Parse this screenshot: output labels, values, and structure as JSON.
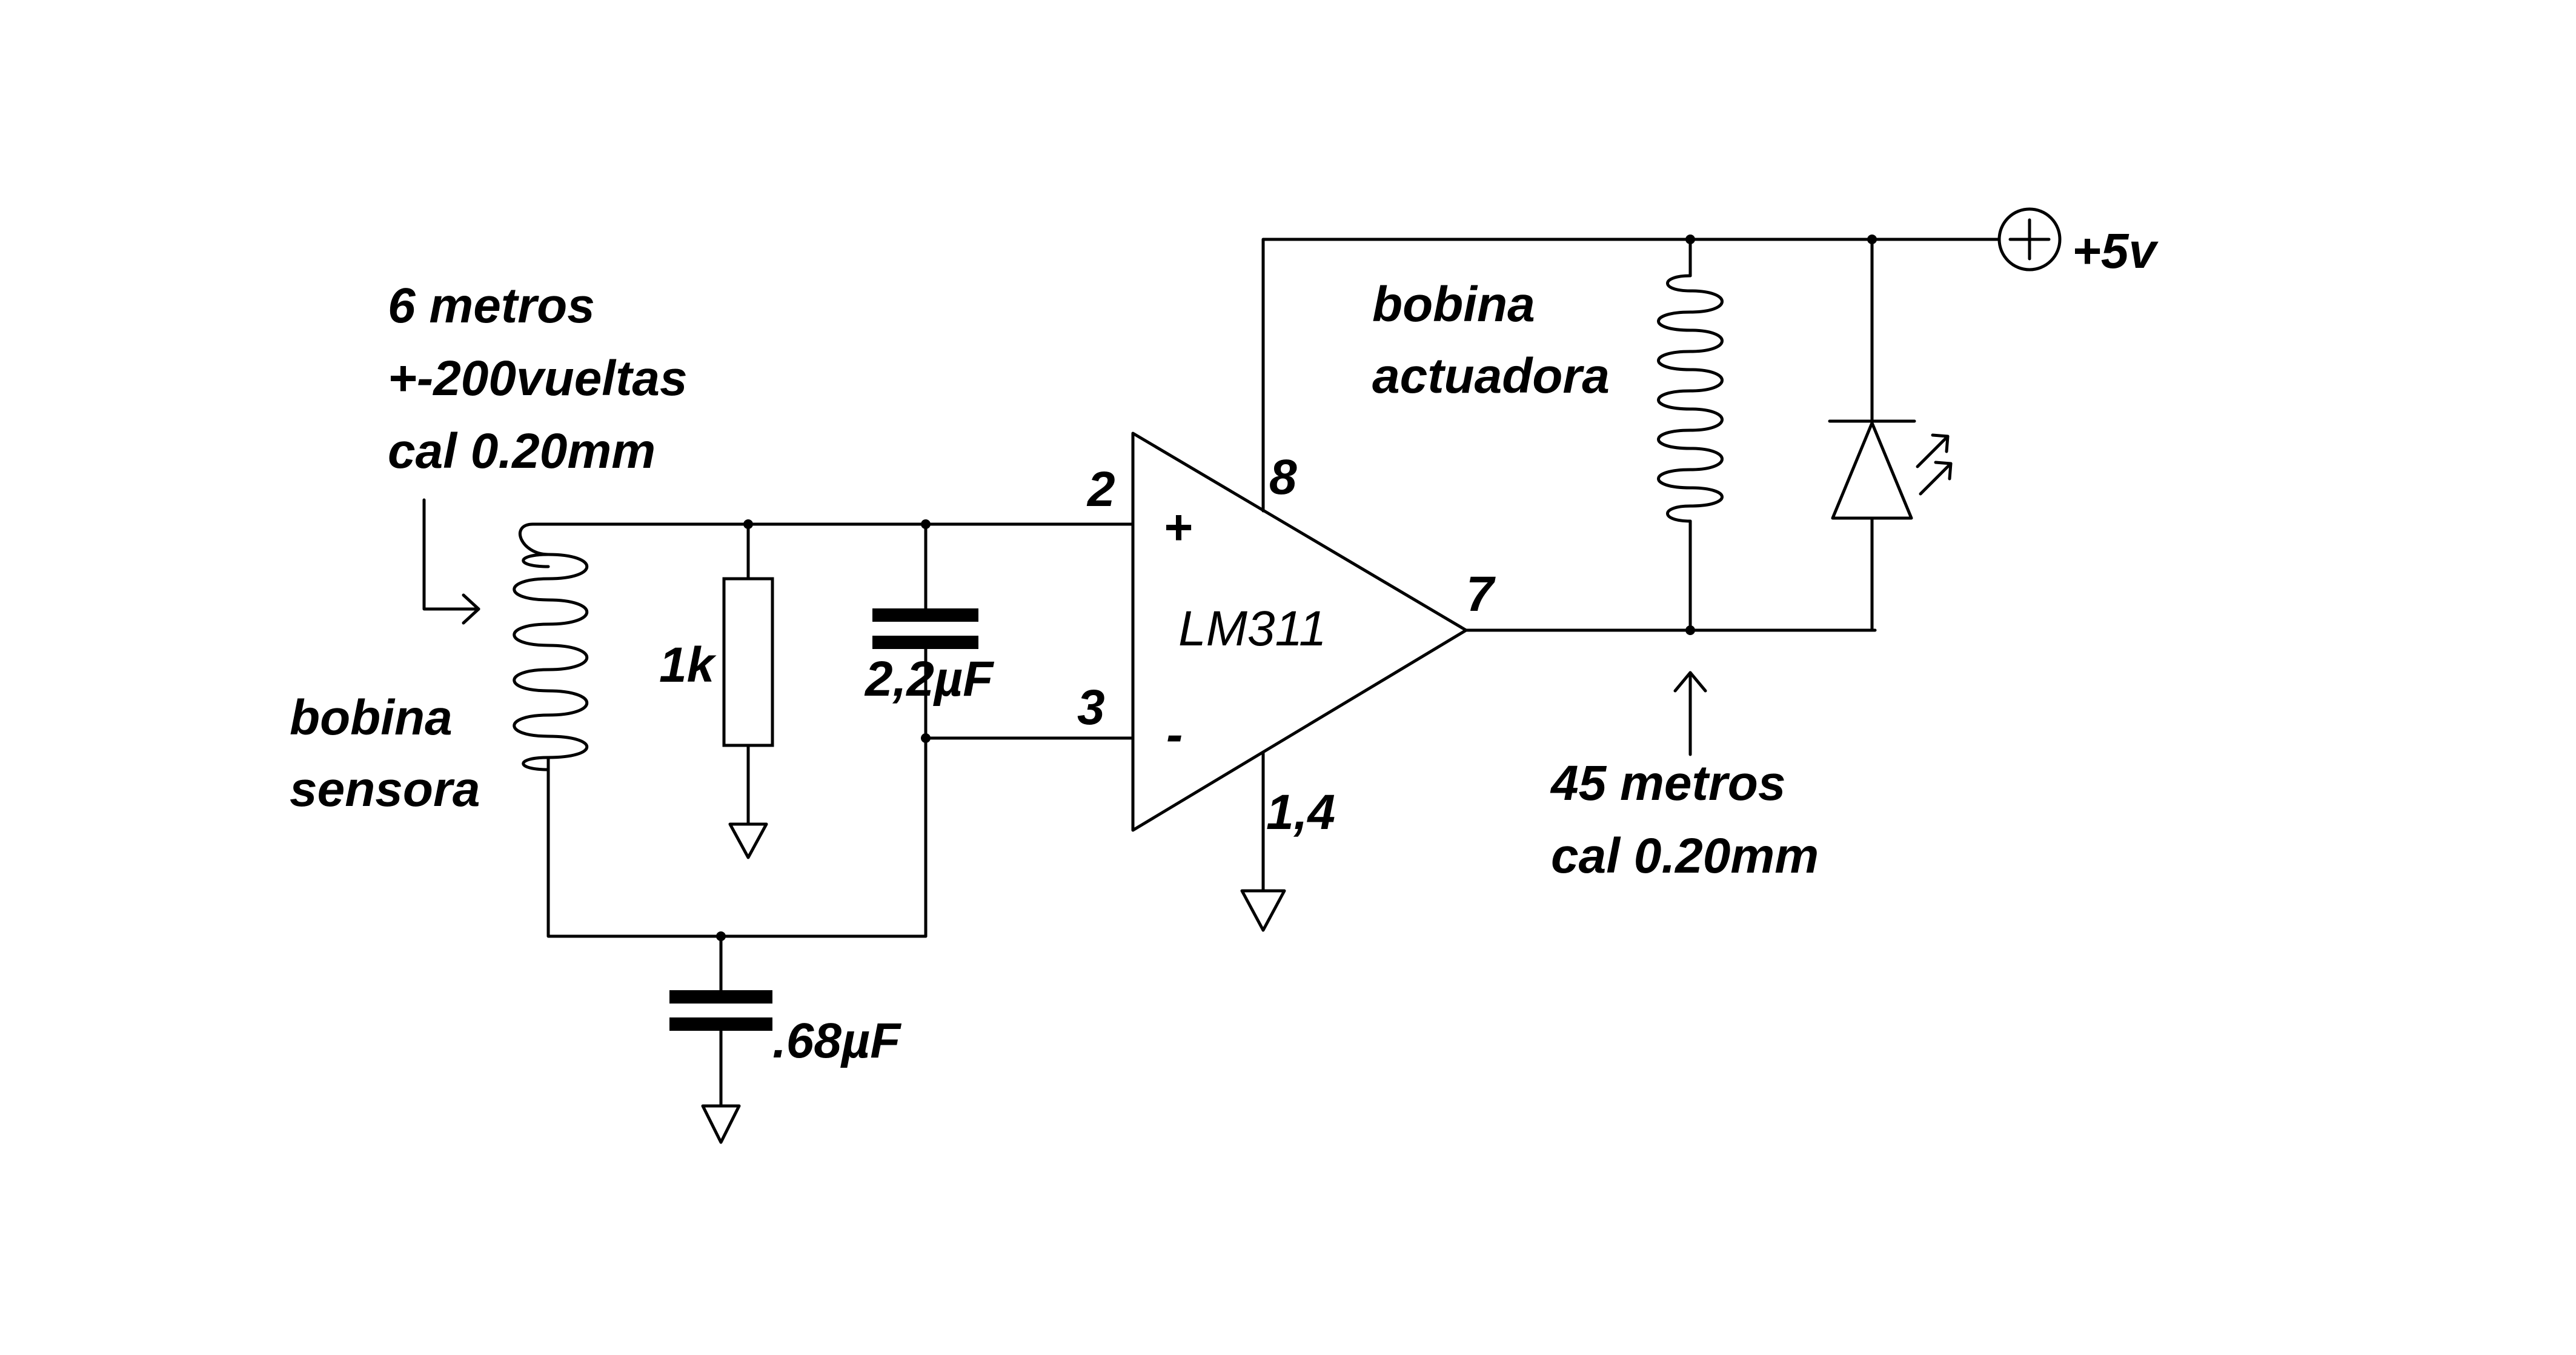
{
  "sensor_note": {
    "line1": "6 metros",
    "line2": "+-200vueltas",
    "line3": "cal 0.20mm"
  },
  "sensor_coil": {
    "line1": "bobina",
    "line2": "sensora"
  },
  "resistor": {
    "label": "1k"
  },
  "cap_top": {
    "label": "2,2µF"
  },
  "cap_bottom": {
    "label": ".68µF"
  },
  "opamp": {
    "label": "LM311",
    "pin_plus_num": "2",
    "pin_minus_num": "3",
    "pin_supply_num": "8",
    "pin_out_num": "7",
    "pin_gnd_num": "1,4",
    "plus_sign": "+",
    "minus_sign": "-"
  },
  "actuator_coil": {
    "line1": "bobina",
    "line2": "actuadora"
  },
  "actuator_note": {
    "line1": "45 metros",
    "line2": "cal 0.20mm"
  },
  "supply": {
    "label": "+5v"
  }
}
